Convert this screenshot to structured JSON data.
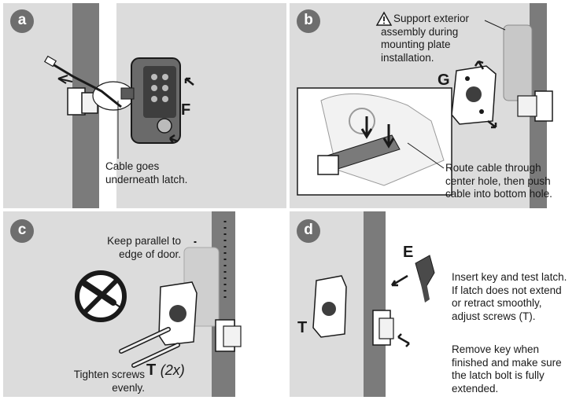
{
  "steps": [
    {
      "badge": "a",
      "caption": "Cable goes underneath latch.",
      "part_label": "F"
    },
    {
      "badge": "b",
      "warning": "Support exterior assembly during mounting plate installation.",
      "part_label": "G",
      "caption": "Route cable through center hole, then push cable into bottom hole."
    },
    {
      "badge": "c",
      "top_caption": "Keep parallel to edge of door.",
      "bottom_caption": "Tighten screws evenly.",
      "part_label": "T",
      "part_note": "(2x)"
    },
    {
      "badge": "d",
      "part_label_key": "E",
      "part_label_screw": "T",
      "instruction_1": "Insert key and test latch. If latch does not extend or retract smoothly, adjust screws (T).",
      "instruction_2": "Remove key when finished and make sure the latch bolt is fully extended."
    }
  ],
  "colors": {
    "panel_bg": "#dcdcdc",
    "door_edge": "#7b7b7b",
    "badge": "#6e6e6e",
    "line": "#1a1a1a"
  }
}
